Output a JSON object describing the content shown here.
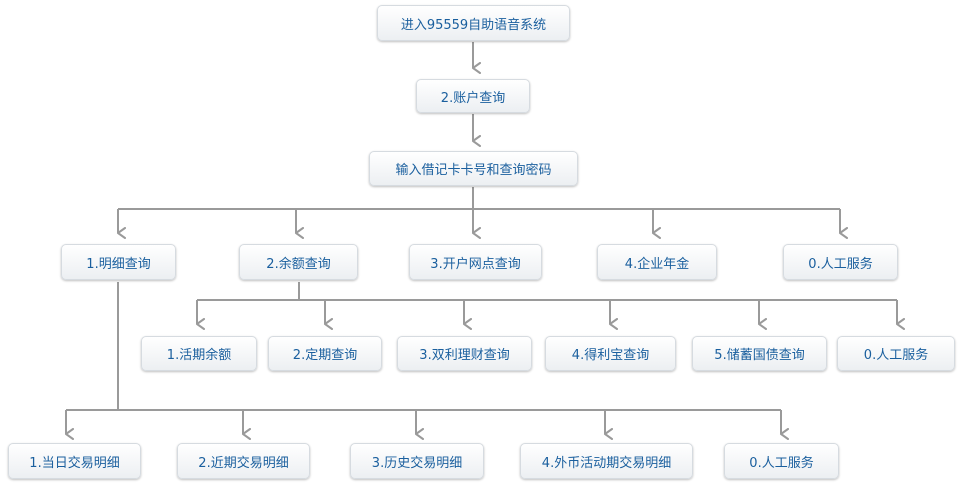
{
  "colors": {
    "node_text": "#1a5f9e",
    "connector": "#9a9a9a",
    "node_border": "#d6dbe0"
  },
  "nodes": {
    "start": "进入95559自助语音系统",
    "account_query": "2.账户查询",
    "input_card": "输入借记卡卡号和查询密码",
    "main": {
      "detail": "1.明细查询",
      "balance": "2.余额查询",
      "branch": "3.开户网点查询",
      "annuity": "4.企业年金",
      "service": "0.人工服务"
    },
    "balance_sub": {
      "current": "1.活期余额",
      "fixed": "2.定期查询",
      "dual_benefit": "3.双利理财查询",
      "delibao": "4.得利宝查询",
      "savings_bond": "5.储蓄国债查询",
      "service": "0.人工服务"
    },
    "detail_sub": {
      "today": "1.当日交易明细",
      "recent": "2.近期交易明细",
      "history": "3.历史交易明细",
      "foreign_current": "4.外币活动期交易明细",
      "service": "0.人工服务"
    }
  }
}
